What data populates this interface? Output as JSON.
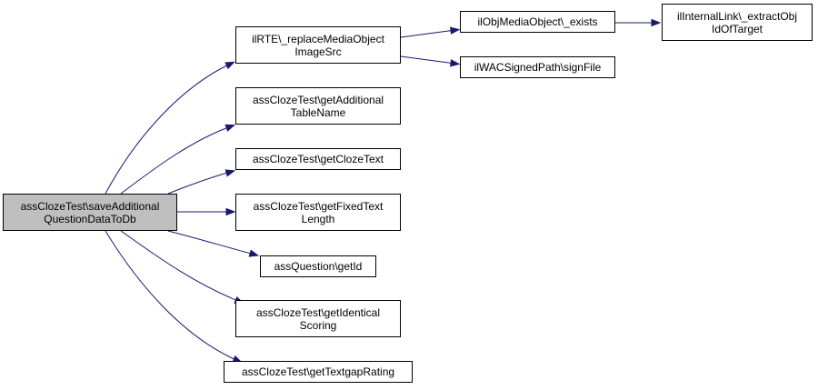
{
  "colors": {
    "edge": "#191970",
    "root_fill": "#bfbfbf",
    "node_fill": "#ffffff",
    "border": "#000000"
  },
  "nodes": {
    "root": {
      "line1": "assClozeTest\\saveAdditional",
      "line2": "QuestionDataToDb"
    },
    "replace_media": {
      "line1": "ilRTE\\_replaceMediaObject",
      "line2": "ImageSrc"
    },
    "get_additional_table": {
      "line1": "assClozeTest\\getAdditional",
      "line2": "TableName"
    },
    "get_cloze_text": {
      "line1": "assClozeTest\\getClozeText"
    },
    "get_fixed_text_length": {
      "line1": "assClozeTest\\getFixedText",
      "line2": "Length"
    },
    "get_id": {
      "line1": "assQuestion\\getId"
    },
    "get_identical_scoring": {
      "line1": "assClozeTest\\getIdentical",
      "line2": "Scoring"
    },
    "get_textgap_rating": {
      "line1": "assClozeTest\\getTextgapRating"
    },
    "media_exists": {
      "line1": "ilObjMediaObject\\_exists"
    },
    "sign_file": {
      "line1": "ilWACSignedPath\\signFile"
    },
    "extract_obj_id": {
      "line1": "ilInternalLink\\_extractObj",
      "line2": "IdOfTarget"
    }
  },
  "edges": [
    {
      "from": "root",
      "to": "replace_media"
    },
    {
      "from": "root",
      "to": "get_additional_table"
    },
    {
      "from": "root",
      "to": "get_cloze_text"
    },
    {
      "from": "root",
      "to": "get_fixed_text_length"
    },
    {
      "from": "root",
      "to": "get_id"
    },
    {
      "from": "root",
      "to": "get_identical_scoring"
    },
    {
      "from": "root",
      "to": "get_textgap_rating"
    },
    {
      "from": "replace_media",
      "to": "media_exists"
    },
    {
      "from": "replace_media",
      "to": "sign_file"
    },
    {
      "from": "media_exists",
      "to": "extract_obj_id"
    }
  ]
}
